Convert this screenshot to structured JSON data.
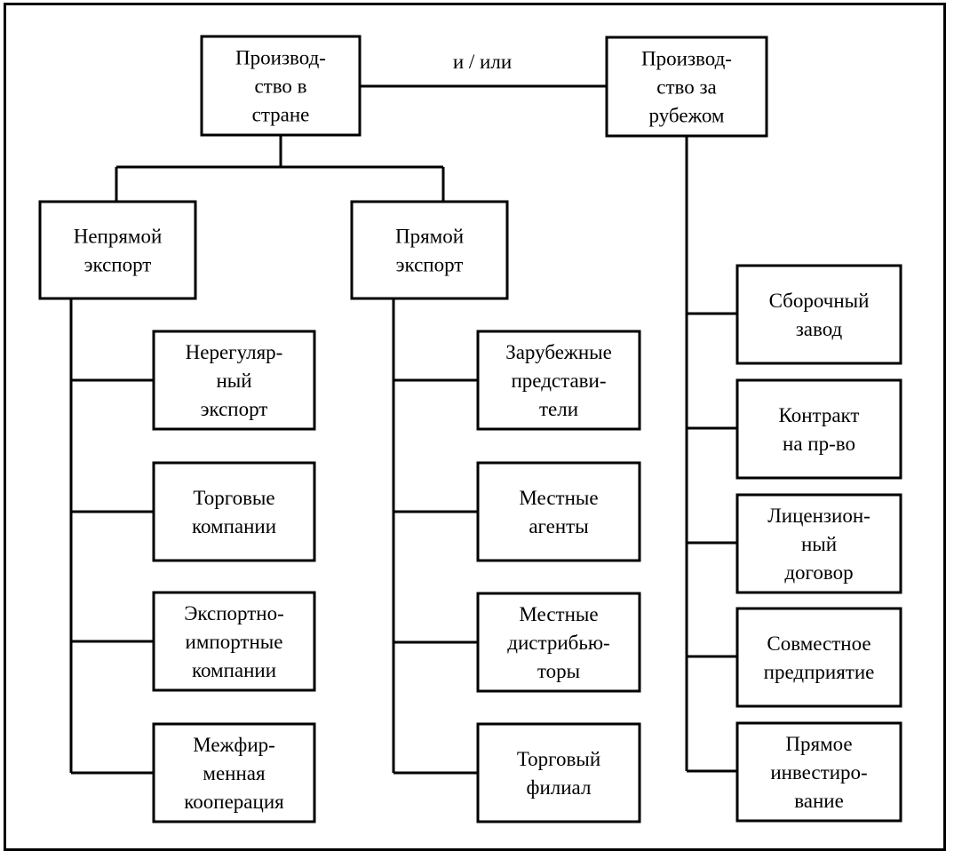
{
  "diagram": {
    "relation_label": "и / или",
    "nodes": {
      "domestic": {
        "lines": [
          "Производ-",
          "ство в",
          "стране"
        ]
      },
      "abroad": {
        "lines": [
          "Производ-",
          "ство за",
          "рубежом"
        ]
      },
      "indirect": {
        "lines": [
          "Непрямой",
          "экспорт"
        ]
      },
      "direct": {
        "lines": [
          "Прямой",
          "экспорт"
        ]
      }
    },
    "indirect_children": [
      {
        "lines": [
          "Нерегуляр-",
          "ный",
          "экспорт"
        ]
      },
      {
        "lines": [
          "Торговые",
          "компании"
        ]
      },
      {
        "lines": [
          "Экспортно-",
          "импортные",
          "компании"
        ]
      },
      {
        "lines": [
          "Межфир-",
          "менная",
          "кооперация"
        ]
      }
    ],
    "direct_children": [
      {
        "lines": [
          "Зарубежные",
          "представи-",
          "тели"
        ]
      },
      {
        "lines": [
          "Местные",
          "агенты"
        ]
      },
      {
        "lines": [
          "Местные",
          "дистрибью-",
          "торы"
        ]
      },
      {
        "lines": [
          "Торговый",
          "филиал"
        ]
      }
    ],
    "abroad_children": [
      {
        "lines": [
          "Сборочный",
          "завод"
        ]
      },
      {
        "lines": [
          "Контракт",
          "на пр-во"
        ]
      },
      {
        "lines": [
          "Лицензион-",
          "ный",
          "договор"
        ]
      },
      {
        "lines": [
          "Совместное",
          "предприятие"
        ]
      },
      {
        "lines": [
          "Прямое",
          "инвестиро-",
          "вание"
        ]
      }
    ]
  }
}
